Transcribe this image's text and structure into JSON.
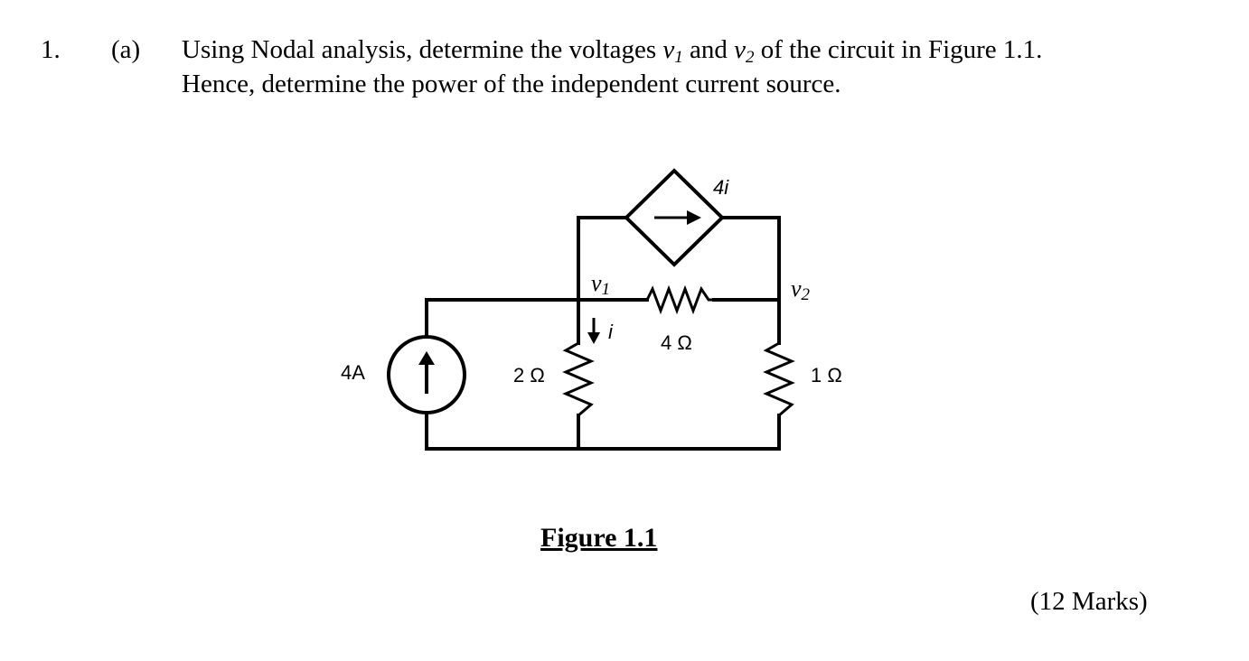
{
  "question": {
    "number": "1.",
    "part": "(a)",
    "line1_before": "Using Nodal analysis, determine the voltages ",
    "v1_symbol": "v",
    "v1_sub": "1",
    "and_text": " and ",
    "v2_symbol": "v",
    "v2_sub": "2",
    "line1_after": " of the circuit in Figure 1.1.",
    "line2": "Hence, determine the power of the independent current source."
  },
  "figure": {
    "labels": {
      "current_source": "4A",
      "r_left": "2 Ω",
      "r_middle": "4 Ω",
      "r_right": "1 Ω",
      "dependent_source": "4i",
      "node_v1_symbol": "v",
      "node_v1_sub": "1",
      "node_v2_symbol": "v",
      "node_v2_sub": "2",
      "current_i": "i"
    },
    "caption": "Figure 1.1"
  },
  "marks": "(12 Marks)"
}
